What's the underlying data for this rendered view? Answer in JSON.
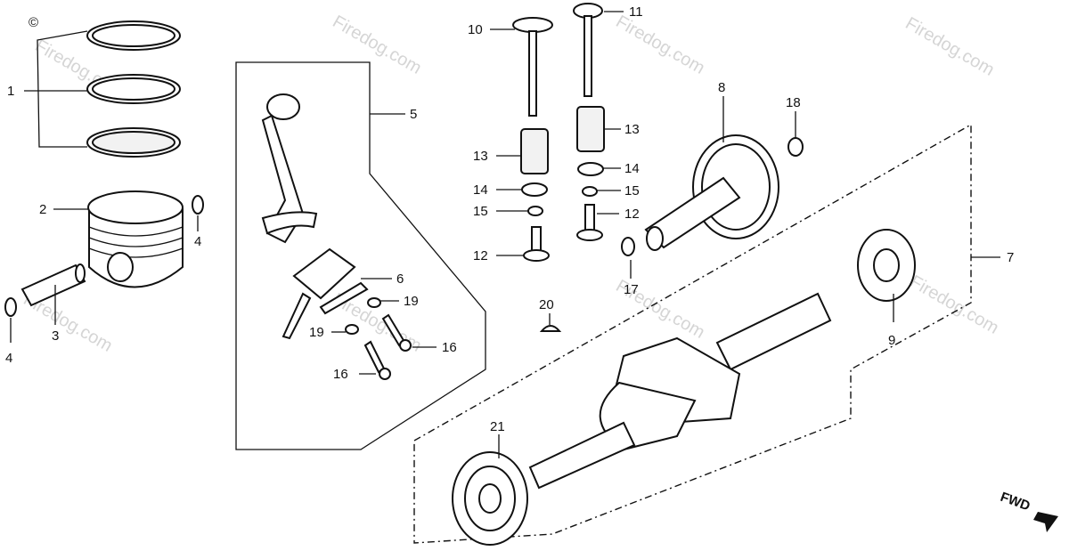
{
  "diagram": {
    "watermark": "Firedog.com",
    "copyright": "©",
    "direction_label": "FWD",
    "callouts": [
      {
        "id": "1",
        "text": "1"
      },
      {
        "id": "2",
        "text": "2"
      },
      {
        "id": "3",
        "text": "3"
      },
      {
        "id": "4a",
        "text": "4"
      },
      {
        "id": "4b",
        "text": "4"
      },
      {
        "id": "5",
        "text": "5"
      },
      {
        "id": "6",
        "text": "6"
      },
      {
        "id": "7",
        "text": "7"
      },
      {
        "id": "8",
        "text": "8"
      },
      {
        "id": "9",
        "text": "9"
      },
      {
        "id": "10",
        "text": "10"
      },
      {
        "id": "11",
        "text": "11"
      },
      {
        "id": "12a",
        "text": "12"
      },
      {
        "id": "12b",
        "text": "12"
      },
      {
        "id": "13a",
        "text": "13"
      },
      {
        "id": "13b",
        "text": "13"
      },
      {
        "id": "14a",
        "text": "14"
      },
      {
        "id": "14b",
        "text": "14"
      },
      {
        "id": "15a",
        "text": "15"
      },
      {
        "id": "15b",
        "text": "15"
      },
      {
        "id": "16a",
        "text": "16"
      },
      {
        "id": "16b",
        "text": "16"
      },
      {
        "id": "17",
        "text": "17"
      },
      {
        "id": "18",
        "text": "18"
      },
      {
        "id": "19a",
        "text": "19"
      },
      {
        "id": "19b",
        "text": "19"
      },
      {
        "id": "20",
        "text": "20"
      },
      {
        "id": "21",
        "text": "21"
      }
    ]
  }
}
